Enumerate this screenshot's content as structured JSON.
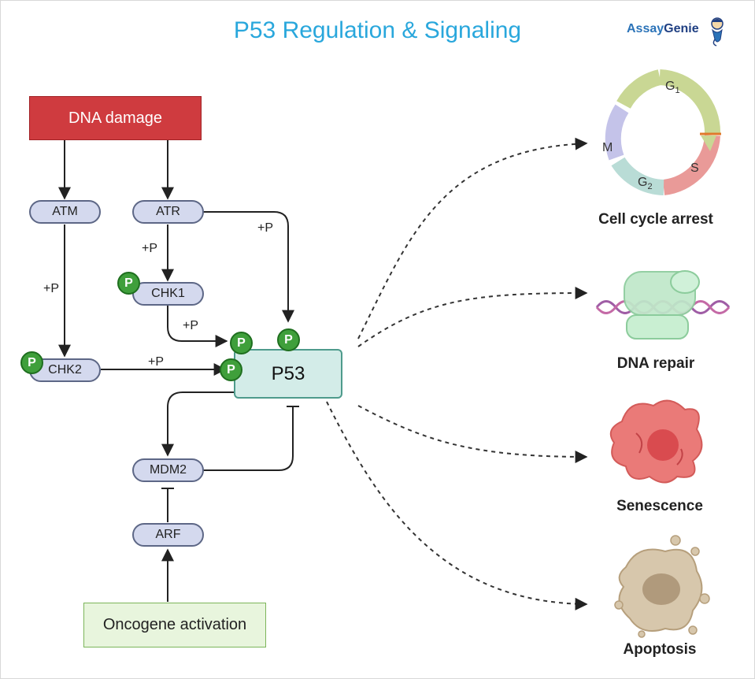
{
  "title": "P53 Regulation & Signaling",
  "logo": {
    "part1": "Assay",
    "part2": "Genie"
  },
  "nodes": {
    "dna_damage": "DNA damage",
    "atm": "ATM",
    "atr": "ATR",
    "chk1": "CHK1",
    "chk2": "CHK2",
    "p53": "P53",
    "mdm2": "MDM2",
    "arf": "ARF",
    "oncogene": "Oncogene activation"
  },
  "phospho_label": "P",
  "plus_p": "+P",
  "cell_cycle_phases": {
    "g1": "G",
    "g1_sub": "1",
    "s": "S",
    "g2": "G",
    "g2_sub": "2",
    "m": "M"
  },
  "outcomes": [
    "Cell cycle arrest",
    "DNA repair",
    "Senescence",
    "Apoptosis"
  ],
  "colors": {
    "title": "#29a7dc",
    "dna_damage": "#cf3b3f",
    "oncogene": "#e8f5dd",
    "pill": "#d4d9ee",
    "p53": "#d3ece8",
    "phospho": "#3f9f3b"
  }
}
